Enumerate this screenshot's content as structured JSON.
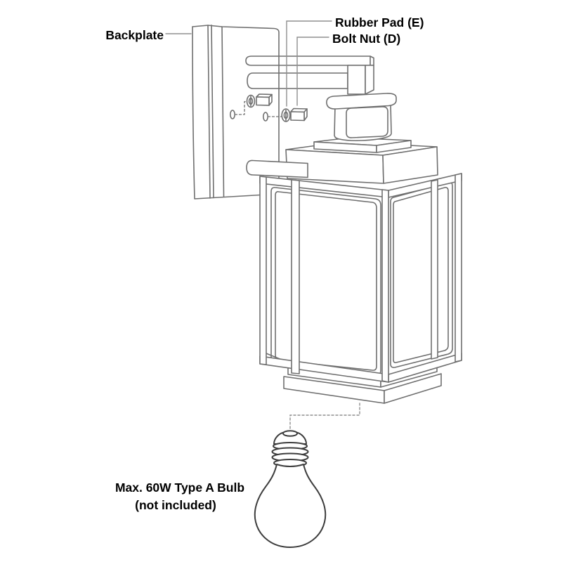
{
  "figure": {
    "kind": "exploded-parts-diagram",
    "background_color": "#ffffff",
    "line_colors": {
      "fixture": "#6f6f6f",
      "leader": "#8f8f8f",
      "bulb": "#3d3d3d",
      "text": "#000000"
    },
    "callouts": {
      "backplate": "Backplate",
      "rubber_pad": "Rubber Pad (E)",
      "bolt_nut": "Bolt Nut (D)"
    },
    "note": {
      "line1": "Max. 60W Type A Bulb",
      "line2": "(not included)"
    }
  }
}
